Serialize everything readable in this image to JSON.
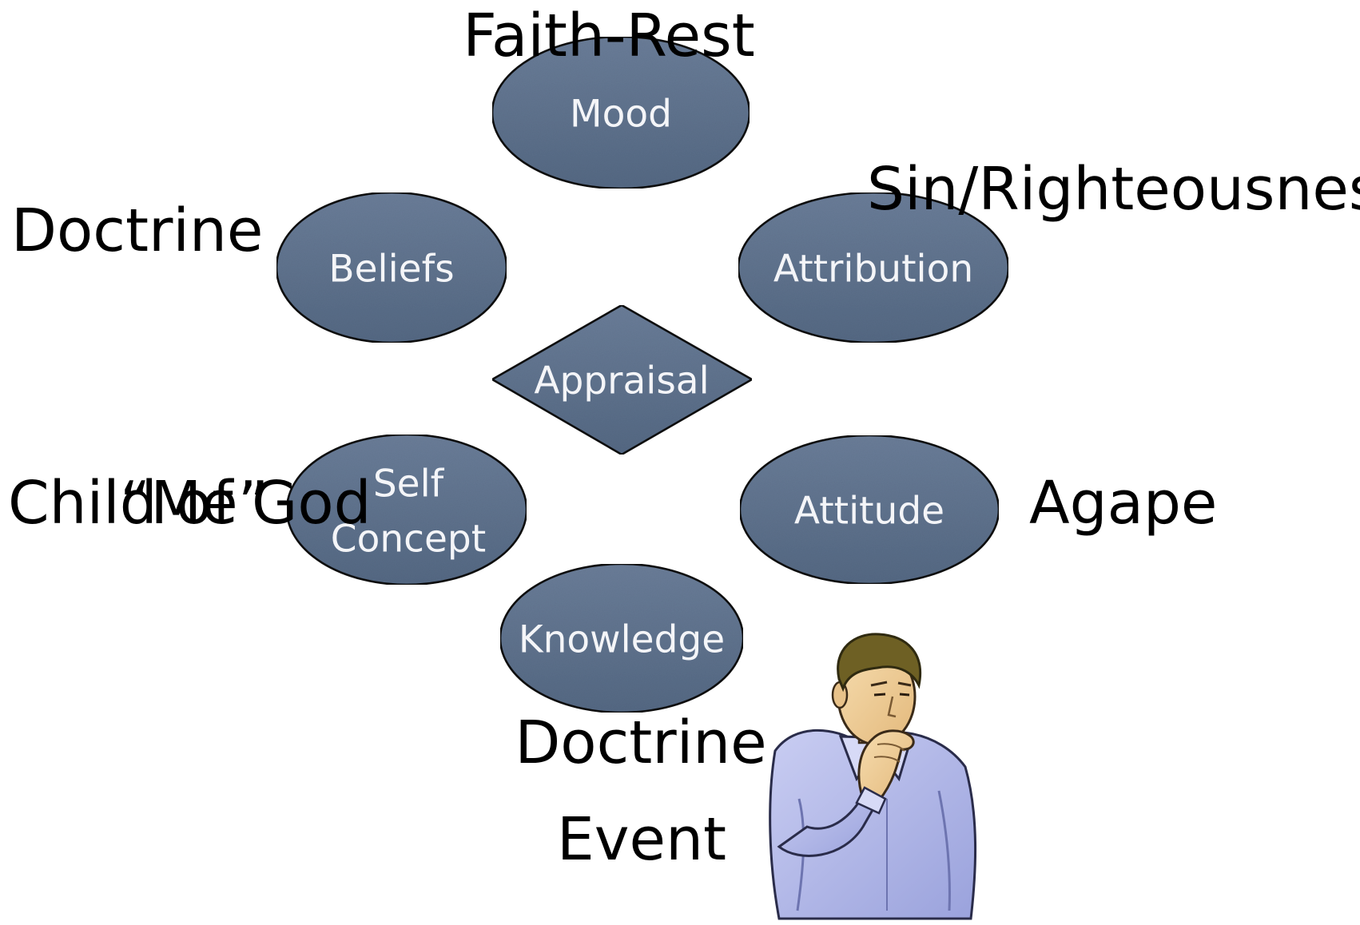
{
  "diagram": {
    "center": {
      "label": "Appraisal"
    },
    "nodes": {
      "mood": {
        "label": "Mood"
      },
      "beliefs": {
        "label": "Beliefs"
      },
      "attribution": {
        "label": "Attribution"
      },
      "self_concept": {
        "label_line1": "Self",
        "label_line2": "Concept"
      },
      "attitude": {
        "label": "Attitude"
      },
      "knowledge": {
        "label": "Knowledge"
      }
    },
    "outer_labels": {
      "faith_rest": "Faith-Rest",
      "sin_righteousness": "Sin/Righteousness",
      "doctrine_left": "Doctrine",
      "child_of_god": "Child of God",
      "me": "“Me”",
      "agape": "Agape",
      "doctrine_bottom": "Doctrine",
      "event": "Event"
    }
  },
  "colors": {
    "node_fill": "#5b6f8c",
    "node_stroke": "#0d0d0d",
    "node_text": "#f4f5f8",
    "label_text": "#000000",
    "background": "#ffffff"
  },
  "illustration": {
    "icon": "thinking-man-icon"
  }
}
